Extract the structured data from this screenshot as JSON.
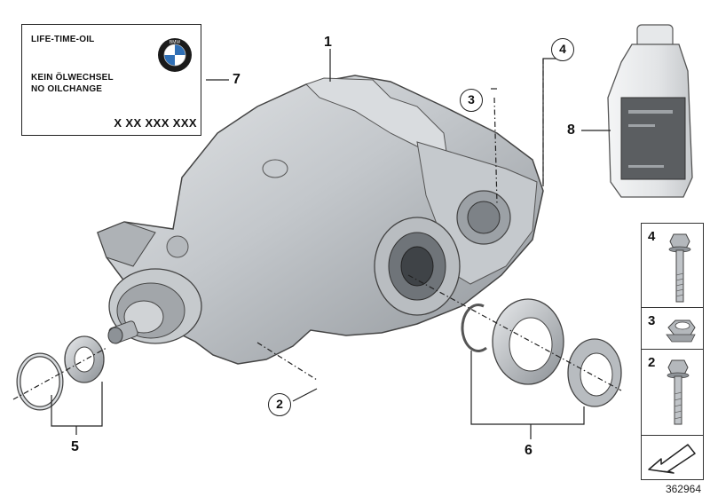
{
  "label_sticker": {
    "title": "LIFE-TIME-OIL",
    "line1": "KEIN ÖLWECHSEL",
    "line2": "NO OILCHANGE",
    "part_number": "X XX XXX XXX",
    "logo_text": "BMW"
  },
  "callouts": {
    "c1": "1",
    "c2": "2",
    "c3": "3",
    "c4": "4",
    "c5": "5",
    "c6": "6",
    "c7": "7",
    "c8": "8"
  },
  "side_panel": {
    "bolt_long": "4",
    "nut": "3",
    "bolt_short": "2"
  },
  "reference_number": "362964",
  "colors": {
    "metal_light": "#d4d7da",
    "metal_mid": "#a9adb1",
    "metal_dark": "#6e7378",
    "outline": "#222222",
    "bottle": "#e9ebec",
    "bottle_label": "#5b5e61"
  }
}
